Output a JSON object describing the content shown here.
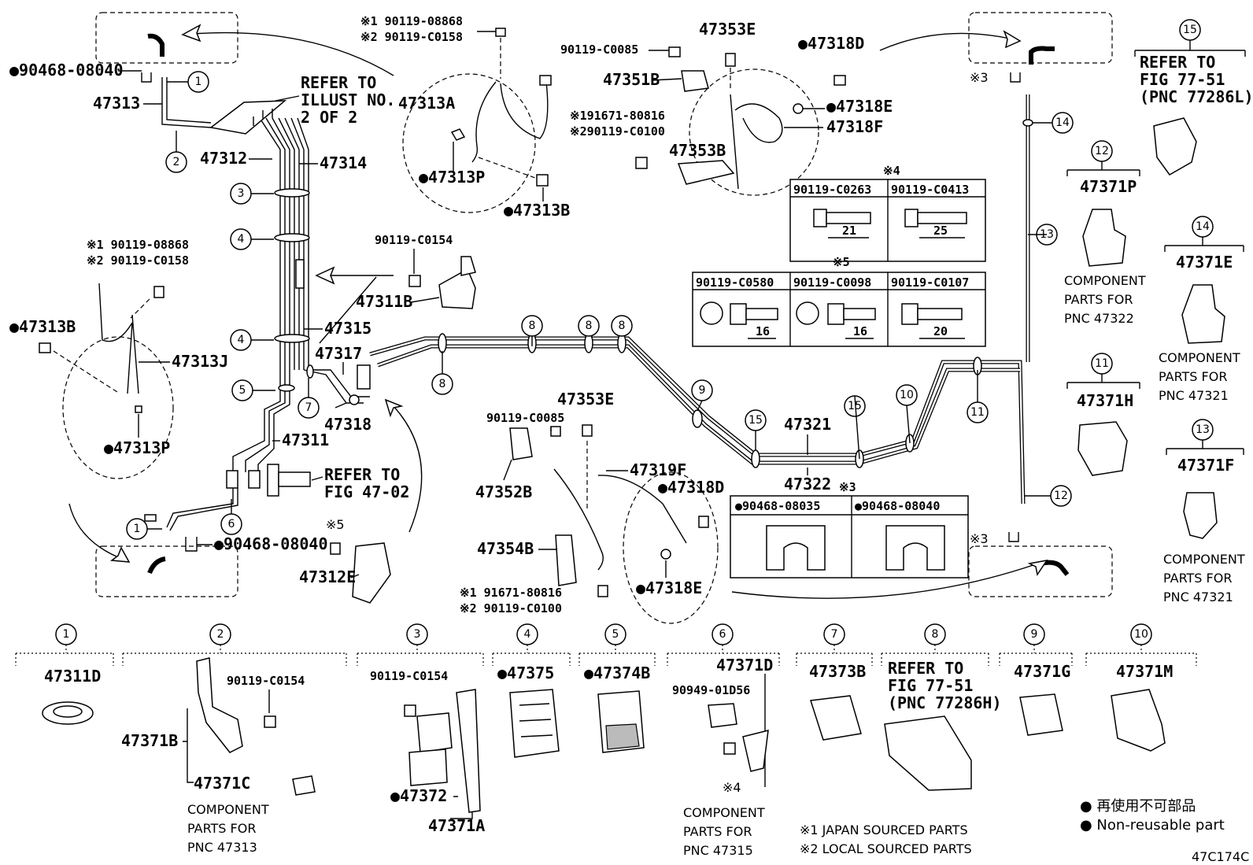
{
  "labels": {
    "l90468_08040_tl": "●90468-08040",
    "l47313": "47313",
    "l_refer_illust_1": "REFER TO",
    "l_refer_illust_2": "ILLUST NO.",
    "l_refer_illust_3": "2 OF 2",
    "l47312": "47312",
    "l47314": "47314",
    "l_x1_08868_a": "※1 90119-08868",
    "l_x2_c0158_a": "※2 90119-C0158",
    "l47313A": "47313A",
    "l47313P_a": "●47313P",
    "l47313B_a": "●47313B",
    "l90119_c0085_a": "90119-C0085",
    "l47351B": "47351B",
    "l47353E_a": "47353E",
    "l_x1_80816_a": "※191671-80816",
    "l_x2_c0100_a": "※290119-C0100",
    "l47353B": "47353B",
    "l47318D_a": "●47318D",
    "l47318E_a": "●47318E",
    "l47318F": "47318F",
    "l_x3_top": "※3",
    "l_x4_hdr": "※4",
    "l_c0263": "90119-C0263",
    "l_c0413": "90119-C0413",
    "l_21": "21",
    "l_25": "25",
    "l_x5_hdr": "※5",
    "l_c0580": "90119-C0580",
    "l_c0098": "90119-C0098",
    "l_c0107": "90119-C0107",
    "l_16a": "16",
    "l_16b": "16",
    "l_20": "20",
    "l_x1_08868_b": "※1 90119-08868",
    "l_x2_c0158_b": "※2 90119-C0158",
    "l47313B_b": "●47313B",
    "l47313J": "47313J",
    "l47313P_b": "●47313P",
    "l90119_c0154_a": "90119-C0154",
    "l47311B": "47311B",
    "l47315": "47315",
    "l47317": "47317",
    "l47318": "47318",
    "l47311": "47311",
    "l_refer_fig_1": "REFER TO",
    "l_refer_fig_2": "FIG 47-02",
    "l90468_08040_bl": "●90468-08040",
    "l_x5_b": "※5",
    "l47312E": "47312E",
    "l47353E_b": "47353E",
    "l90119_c0085_b": "90119-C0085",
    "l47352B": "47352B",
    "l47319F": "47319F",
    "l47318D_b": "●47318D",
    "l47354B": "47354B",
    "l_x1_80816_b": "※1 91671-80816",
    "l_x2_c0100_b": "※2 90119-C0100",
    "l47318E_b": "●47318E",
    "l47321_main": "47321",
    "l47322_main": "47322",
    "l_x3_mid": "※3",
    "l_08035": "●90468-08035",
    "l_08040_tbl": "●90468-08040",
    "l_x3_br": "※3",
    "l_refer_77_1": "REFER TO",
    "l_refer_77_2": "FIG 77-51",
    "l_refer_77_3": "(PNC 77286L)",
    "l47371P": "47371P",
    "l_comp_47322_1": "COMPONENT",
    "l_comp_47322_2": "PARTS FOR",
    "l_comp_47322_3": "PNC 47322",
    "l47371E": "47371E",
    "l_comp_47321a_1": "COMPONENT",
    "l_comp_47321a_2": "PARTS FOR",
    "l_comp_47321a_3": "PNC 47321",
    "l47371H": "47371H",
    "l47371F": "47371F",
    "l_comp_47321b_1": "COMPONENT",
    "l_comp_47321b_2": "PARTS FOR",
    "l_comp_47321b_3": "PNC 47321",
    "b1_part": "47311D",
    "b2_bolt": "90119-C0154",
    "b2_47371B": "47371B",
    "b2_47371C": "47371C",
    "b2_comp_1": "COMPONENT",
    "b2_comp_2": "PARTS FOR",
    "b2_comp_3": "PNC 47313",
    "b3_bolt": "90119-C0154",
    "b3_47372": "●47372",
    "b3_47371A": "47371A",
    "b4_part": "●47375",
    "b5_part": "●47374B",
    "b6_47371D": "47371D",
    "b6_01D56": "90949-01D56",
    "b6_x4": "※4",
    "b6_comp_1": "COMPONENT",
    "b6_comp_2": "PARTS FOR",
    "b6_comp_3": "PNC 47315",
    "b7_part": "47373B",
    "b8_ref_1": "REFER TO",
    "b8_ref_2": "FIG 77-51",
    "b8_ref_3": "(PNC 77286H)",
    "b9_part": "47371G",
    "b10_part": "47371M",
    "note_x1": "※1 JAPAN SOURCED PARTS",
    "note_x2": "※2 LOCAL SOURCED PARTS",
    "legend_jp": "● 再使用不可部品",
    "legend_en": "● Non-reusable part",
    "fig_code": "47C174C"
  },
  "callouts": {
    "c1a": "1",
    "c2a": "2",
    "c3a": "3",
    "c4a": "4",
    "c4b": "4",
    "c5a": "5",
    "c7a": "7",
    "c1b": "1",
    "c6a": "6",
    "c8a": "8",
    "c8b": "8",
    "c8c": "8",
    "c8d": "8",
    "c9a": "9",
    "c15a": "15",
    "c15b": "15",
    "c10a": "10",
    "c11a": "11",
    "c13a": "13",
    "c14a": "14",
    "c12a": "12",
    "c15t": "15",
    "c12t": "12",
    "c14t": "14",
    "c11t": "11",
    "c13t": "13",
    "b1": "1",
    "b2": "2",
    "b3": "3",
    "b4": "4",
    "b5": "5",
    "b6": "6",
    "b7": "7",
    "b8": "8",
    "b9": "9",
    "b10": "10"
  }
}
